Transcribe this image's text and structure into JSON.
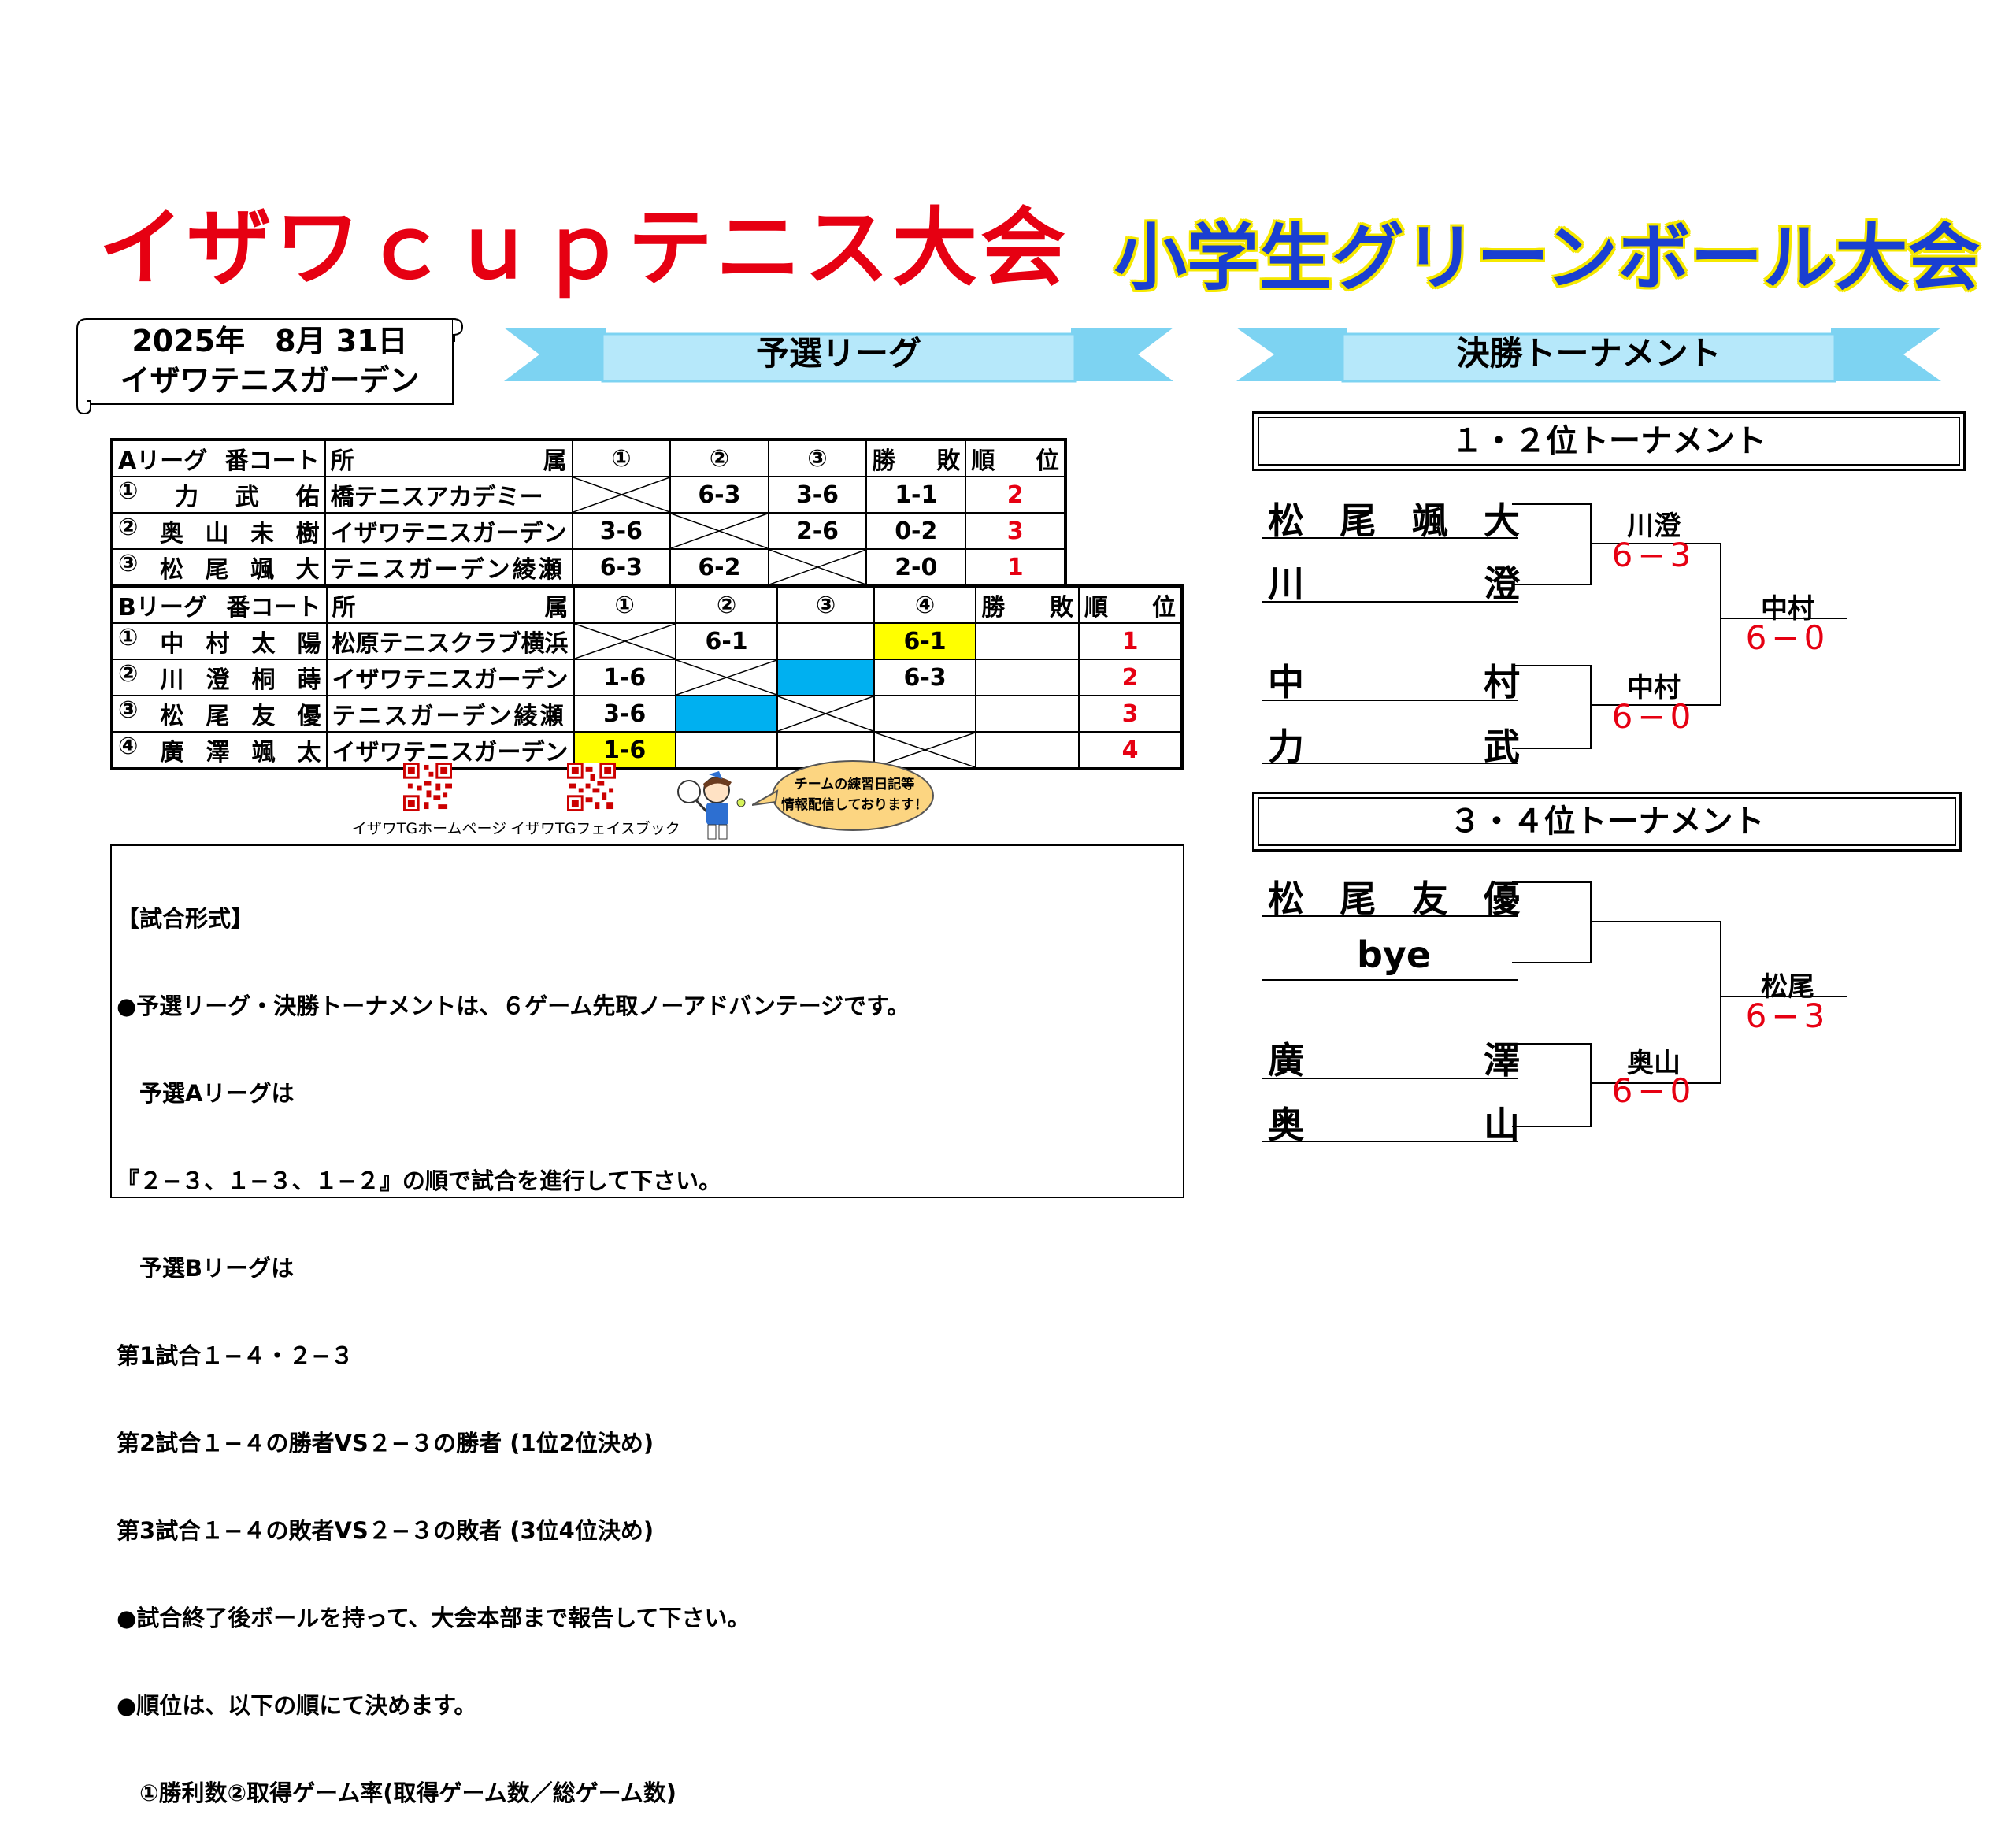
{
  "header": {
    "main_title": "イザワｃｕｐテニス大会",
    "sub_title": "小学生グリーンボール大会",
    "date": "2025年　8月 31日",
    "venue": "イザワテニスガーデン"
  },
  "banners": {
    "prelim": "予選リーグ",
    "final": "決勝トーナメント"
  },
  "league_a": {
    "headers": [
      "Aリーグ",
      "番コート",
      "所",
      "属",
      "①",
      "②",
      "③",
      "勝",
      "敗",
      "順",
      "位"
    ],
    "rows": [
      {
        "no": "①",
        "name": [
          "力",
          "武",
          "佑"
        ],
        "affil": "橋テニスアカデミー",
        "r1": "",
        "r2": "6-3",
        "r3": "3-6",
        "wl": "1-1",
        "rank": "2"
      },
      {
        "no": "②",
        "name": [
          "奥",
          "山",
          "未",
          "樹"
        ],
        "affil": "イザワテニスガーデン",
        "r1": "3-6",
        "r2": "",
        "r3": "2-6",
        "wl": "0-2",
        "rank": "3"
      },
      {
        "no": "③",
        "name": [
          "松",
          "尾",
          "颯",
          "大"
        ],
        "affil": "テニスガーデン綾瀬",
        "r1": "6-3",
        "r2": "6-2",
        "r3": "",
        "wl": "2-0",
        "rank": "1"
      }
    ]
  },
  "league_b": {
    "headers": [
      "Bリーグ",
      "番コート",
      "所",
      "属",
      "①",
      "②",
      "③",
      "④",
      "勝",
      "敗",
      "順",
      "位"
    ],
    "rows": [
      {
        "no": "①",
        "name": [
          "中",
          "村",
          "太",
          "陽"
        ],
        "affil": "松原テニスクラブ横浜",
        "r1": "",
        "r2": "6-1",
        "r3": "",
        "r4": "6-1",
        "wl": "",
        "rank": "1"
      },
      {
        "no": "②",
        "name": [
          "川",
          "澄",
          "桐",
          "蒔"
        ],
        "affil": "イザワテニスガーデン",
        "r1": "1-6",
        "r2": "",
        "r3": "",
        "r4": "6-3",
        "wl": "",
        "rank": "2"
      },
      {
        "no": "③",
        "name": [
          "松",
          "尾",
          "友",
          "優"
        ],
        "affil": "テニスガーデン綾瀬",
        "r1": "3-6",
        "r2": "",
        "r3": "",
        "r4": "",
        "wl": "",
        "rank": "3"
      },
      {
        "no": "④",
        "name": [
          "廣",
          "澤",
          "颯",
          "太"
        ],
        "affil": "イザワテニスガーデン",
        "r1": "1-6",
        "r2": "",
        "r3": "",
        "r4": "",
        "wl": "",
        "rank": "4"
      }
    ]
  },
  "links": {
    "home": "イザワTGホームページ",
    "facebook": "イザワTGフェイスブック",
    "bubble_line1": "チームの練習日記等",
    "bubble_line2": "情報配信しております！"
  },
  "rules": {
    "lines": [
      "【試合形式】",
      "●予選リーグ・決勝トーナメントは、６ゲーム先取ノーアドバンテージです。",
      "　予選Aリーグは",
      "『２−３、１−３、１−２』の順で試合を進行して下さい。",
      "　予選Bリーグは",
      "第1試合１−４・２−３",
      "第2試合１−４の勝者VS２−３の勝者 (1位2位決め)",
      "第3試合１−４の敗者VS２−３の敗者 (3位4位決め)",
      "●試合終了後ボールを持って、大会本部まで報告して下さい。",
      "●順位は、以下の順にて決めます。",
      "　①勝利数②取得ゲーム率(取得ゲーム数／総ゲーム数)"
    ]
  },
  "tournament_12": {
    "title": "１・２位トーナメント",
    "players": [
      [
        "松",
        "尾",
        "颯",
        "大"
      ],
      [
        "川",
        "澄"
      ],
      [
        "中",
        "村"
      ],
      [
        "力",
        "武"
      ]
    ],
    "semi1_winner": "川澄",
    "semi1_score": "6−3",
    "semi2_winner": "中村",
    "semi2_score": "6−0",
    "final_winner": "中村",
    "final_score": "6−0"
  },
  "tournament_34": {
    "title": "３・４位トーナメント",
    "players": [
      [
        "松",
        "尾",
        "友",
        "優"
      ],
      [
        "bye"
      ],
      [
        "廣",
        "澤"
      ],
      [
        "奥",
        "山"
      ]
    ],
    "semi2_winner": "奥山",
    "semi2_score": "6−0",
    "final_winner": "松尾",
    "final_score": "6−3"
  },
  "colors": {
    "title_red": "#e60012",
    "subtitle_blue": "#1a3fd1",
    "subtitle_outline": "#f5e800",
    "banner_blue": "#7dd3f2",
    "highlight_yellow": "#ffff00",
    "highlight_blue": "#00b0f0"
  }
}
